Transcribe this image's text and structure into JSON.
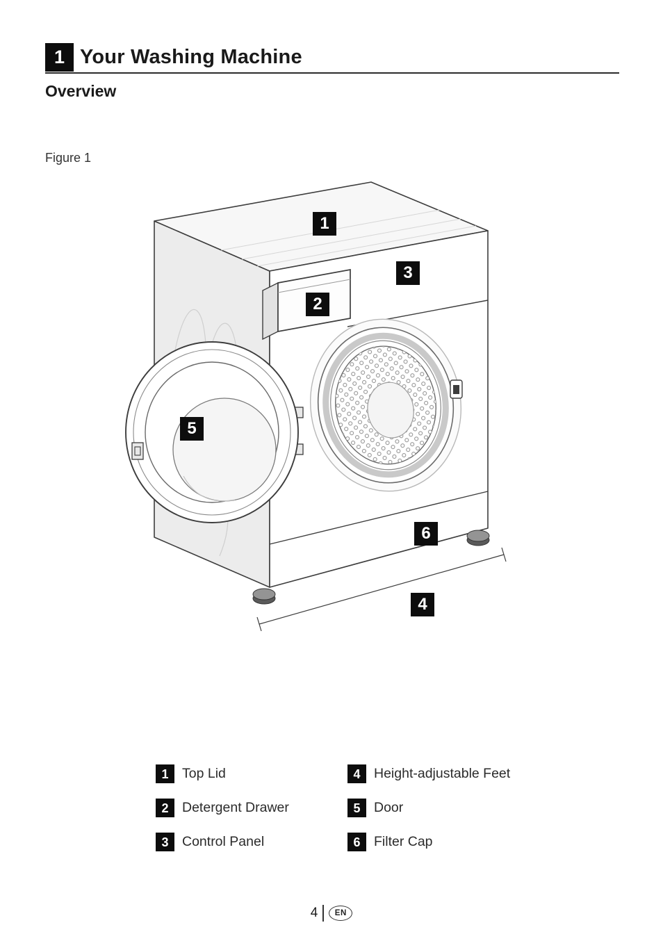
{
  "header": {
    "section_number": "1",
    "title": "Your Washing Machine",
    "subtitle": "Overview"
  },
  "figure": {
    "label": "Figure 1",
    "callouts": [
      "1",
      "2",
      "3",
      "4",
      "5",
      "6"
    ]
  },
  "legend": {
    "columns": [
      {
        "items": [
          {
            "number": "1",
            "label": "Top Lid"
          },
          {
            "number": "2",
            "label": "Detergent Drawer"
          },
          {
            "number": "3",
            "label": "Control Panel"
          }
        ]
      },
      {
        "items": [
          {
            "number": "4",
            "label": "Height-adjustable Feet"
          },
          {
            "number": "5",
            "label": "Door"
          },
          {
            "number": "6",
            "label": "Filter Cap"
          }
        ]
      }
    ]
  },
  "footer": {
    "page_number": "4",
    "language": "EN"
  },
  "colors": {
    "badge_bg": "#0d0d0d",
    "badge_text": "#ffffff",
    "line_art": "#3d3d3d",
    "text": "#1a1a1a"
  }
}
